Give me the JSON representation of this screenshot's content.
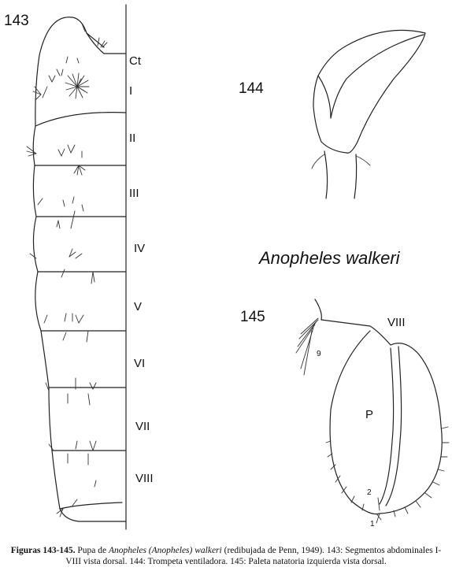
{
  "figures": {
    "fig143_label": "143",
    "fig144_label": "144",
    "fig145_label": "145",
    "species_title": "Anopheles walkeri"
  },
  "segments": [
    "Ct",
    "I",
    "II",
    "III",
    "IV",
    "V",
    "VI",
    "VII",
    "VIII"
  ],
  "paddle": {
    "segment_label": "VIII",
    "p_label": "P",
    "seta_9": "9",
    "seta_2": "2",
    "seta_1": "1"
  },
  "caption": {
    "bold": "Figuras 143-145.",
    "text1": " Pupa de ",
    "italic1": "Anopheles (Anopheles) walkeri",
    "text2": " (redibujada de Penn, 1949). 143: Segmentos abdominales I-VIII vista dorsal. 144: Trompeta ventiladora. 145: Paleta natatoria izquierda vista dorsal."
  }
}
